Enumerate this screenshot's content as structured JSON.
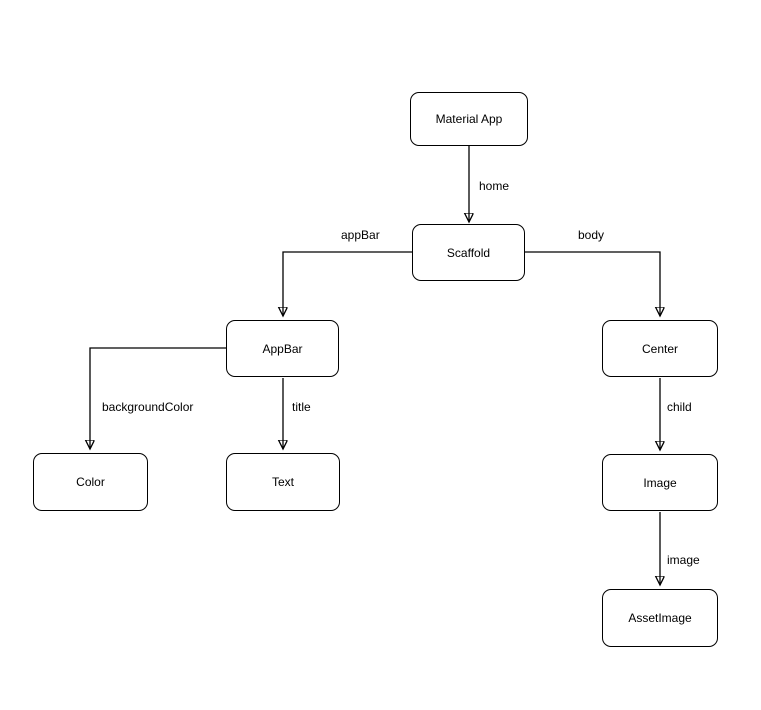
{
  "diagram": {
    "background_color": "#ffffff",
    "node_fill_color": "#ffffff",
    "node_border_color": "#000000",
    "edge_color": "#000000",
    "text_color": "#000000",
    "nodes": [
      {
        "id": "material-app",
        "label": "Material App"
      },
      {
        "id": "scaffold",
        "label": "Scaffold"
      },
      {
        "id": "appbar",
        "label": "AppBar"
      },
      {
        "id": "center",
        "label": "Center"
      },
      {
        "id": "color",
        "label": "Color"
      },
      {
        "id": "text",
        "label": "Text"
      },
      {
        "id": "image",
        "label": "Image"
      },
      {
        "id": "assetimage",
        "label": "AssetImage"
      }
    ],
    "edges": [
      {
        "from": "Material App",
        "to": "Scaffold",
        "label": "home"
      },
      {
        "from": "Scaffold",
        "to": "AppBar",
        "label": "appBar"
      },
      {
        "from": "Scaffold",
        "to": "Center",
        "label": "body"
      },
      {
        "from": "AppBar",
        "to": "Color",
        "label": "backgroundColor"
      },
      {
        "from": "AppBar",
        "to": "Text",
        "label": "title"
      },
      {
        "from": "Center",
        "to": "Image",
        "label": "child"
      },
      {
        "from": "Image",
        "to": "AssetImage",
        "label": "image"
      }
    ]
  }
}
